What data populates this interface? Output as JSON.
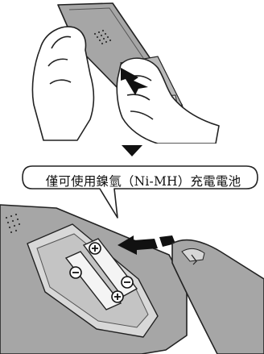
{
  "instruction": {
    "callout_text": "僅可使用鎳氫（Ni-MH）充電電池"
  },
  "illustration": {
    "steps": [
      {
        "name": "remove-battery-cover"
      },
      {
        "name": "insert-rechargeable-batteries"
      }
    ],
    "icons": [
      "down-arrow-icon",
      "insert-arrow-icon",
      "battery-plus-icon",
      "battery-minus-icon"
    ]
  }
}
